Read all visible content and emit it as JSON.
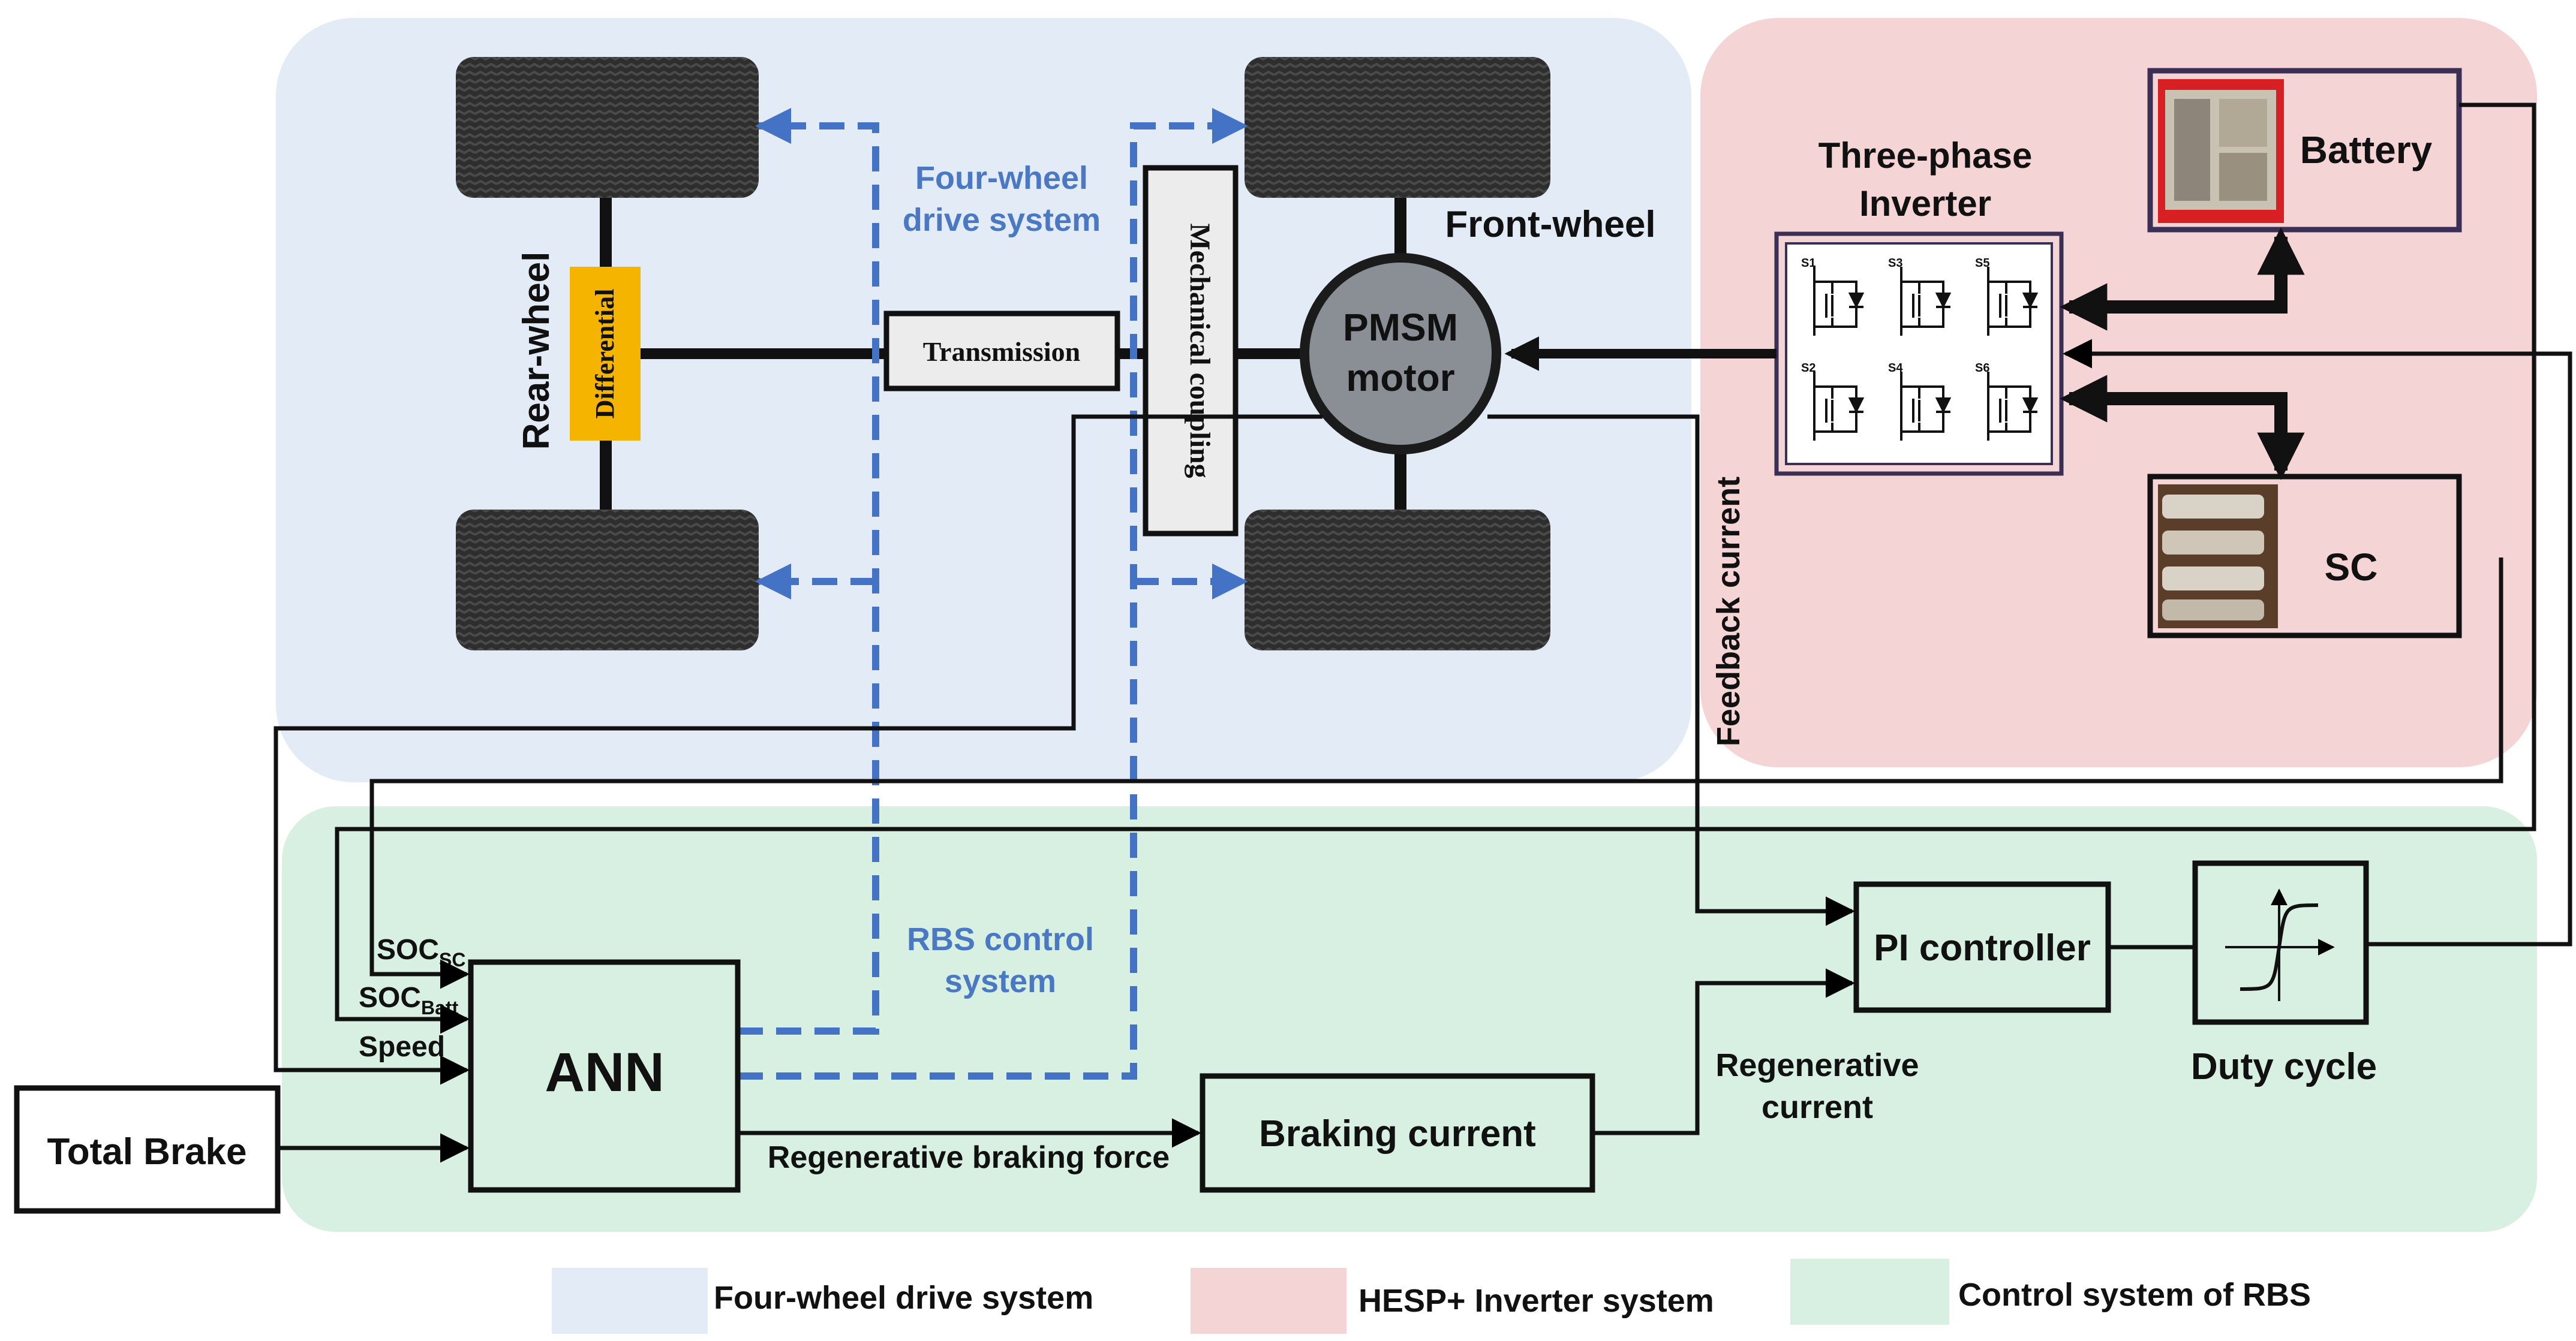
{
  "colors": {
    "four_wheel_region": "#e3ebf6",
    "hesp_region": "#f4d4d5",
    "rbs_region": "#d8f0e2",
    "tire": "#2e2e2e",
    "differential": "#f5b400",
    "motor": "#8a8f96",
    "dashed_link": "#4472c4",
    "line": "#000000"
  },
  "icons": {
    "tire": "tire-icon",
    "motor": "pmsm-motor-icon",
    "inverter": "igbt-switch-icon",
    "battery_photo": "battery-pack-image",
    "sc_photo": "supercapacitor-image",
    "duty_cycle": "sigmoid-curve-icon"
  },
  "drive": {
    "rear_wheel": "Rear-wheel",
    "front_wheel": "Front-wheel",
    "differential": "Differential",
    "transmission": "Transmission",
    "mechanical_coupling": "Mechanical coupling",
    "motor_line1": "PMSM",
    "motor_line2": "motor",
    "four_wheel_line1": "Four-wheel",
    "four_wheel_line2": "drive system",
    "rbs_line1": "RBS control",
    "rbs_line2": "system"
  },
  "hesp": {
    "inverter_line1": "Three-phase",
    "inverter_line2": "Inverter",
    "switches": [
      "S1",
      "S3",
      "S5",
      "S2",
      "S4",
      "S6"
    ],
    "battery": "Battery",
    "sc": "SC",
    "feedback": "Feedback current"
  },
  "control": {
    "ann": "ANN",
    "soc_sc_main": "SOC",
    "soc_sc_sub": "SC",
    "soc_batt_main": "SOC",
    "soc_batt_sub": "Batt",
    "speed": "Speed",
    "total_brake": "Total Brake",
    "regen_force": "Regenerative braking force",
    "braking_current": "Braking current",
    "regen_current_line1": "Regenerative",
    "regen_current_line2": "current",
    "pi_controller": "PI controller",
    "duty_cycle": "Duty cycle"
  },
  "legend": [
    {
      "label": "Four-wheel drive system",
      "color": "#e3ebf6"
    },
    {
      "label": "HESP+ Inverter system",
      "color": "#f4d4d5"
    },
    {
      "label": "Control system of RBS",
      "color": "#d8f0e2"
    }
  ]
}
